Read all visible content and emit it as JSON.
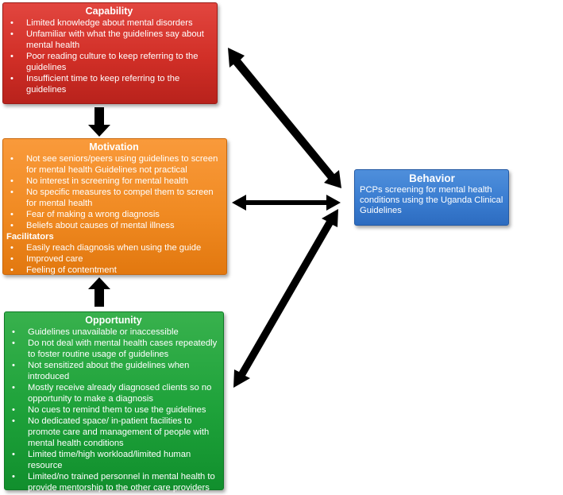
{
  "capability": {
    "title": "Capability",
    "items": [
      "Limited knowledge about mental disorders",
      "Unfamiliar with what the guidelines say about mental health",
      "Poor reading culture to keep referring to the guidelines",
      "Insufficient time to keep referring to the guidelines"
    ]
  },
  "motivation": {
    "title": "Motivation",
    "items": [
      "Not see seniors/peers using guidelines to screen for mental health Guidelines not practical",
      "No interest in screening for mental health",
      "No specific measures to compel them to screen for mental health",
      "Fear of making a wrong diagnosis",
      "Beliefs about causes of mental illness"
    ],
    "facilitators_heading": "Facilitators",
    "facilitators": [
      "Easily reach diagnosis when using the guide",
      "Improved care",
      "Feeling of  contentment"
    ]
  },
  "opportunity": {
    "title": "Opportunity",
    "items": [
      "Guidelines unavailable or inaccessible",
      "Do not deal with mental health cases repeatedly to foster routine usage of guidelines",
      "Not sensitized about the guidelines when introduced",
      "Mostly receive already diagnosed clients so no opportunity to make a diagnosis",
      "No cues to remind them to use the guidelines",
      "No dedicated space/ in-patient facilities to promote care and management of people with mental health conditions",
      "Limited time/high workload/limited human resource",
      "Limited/no trained personnel in mental health to provide mentorship to the other care providers"
    ]
  },
  "behavior": {
    "title": "Behavior",
    "text": "PCPs screening for mental health conditions using the Uganda Clinical Guidelines"
  },
  "colors": {
    "capability": "#d12f27",
    "motivation": "#f08a22",
    "opportunity": "#1ea23a",
    "behavior": "#3a7dd1",
    "arrow": "#000000"
  }
}
